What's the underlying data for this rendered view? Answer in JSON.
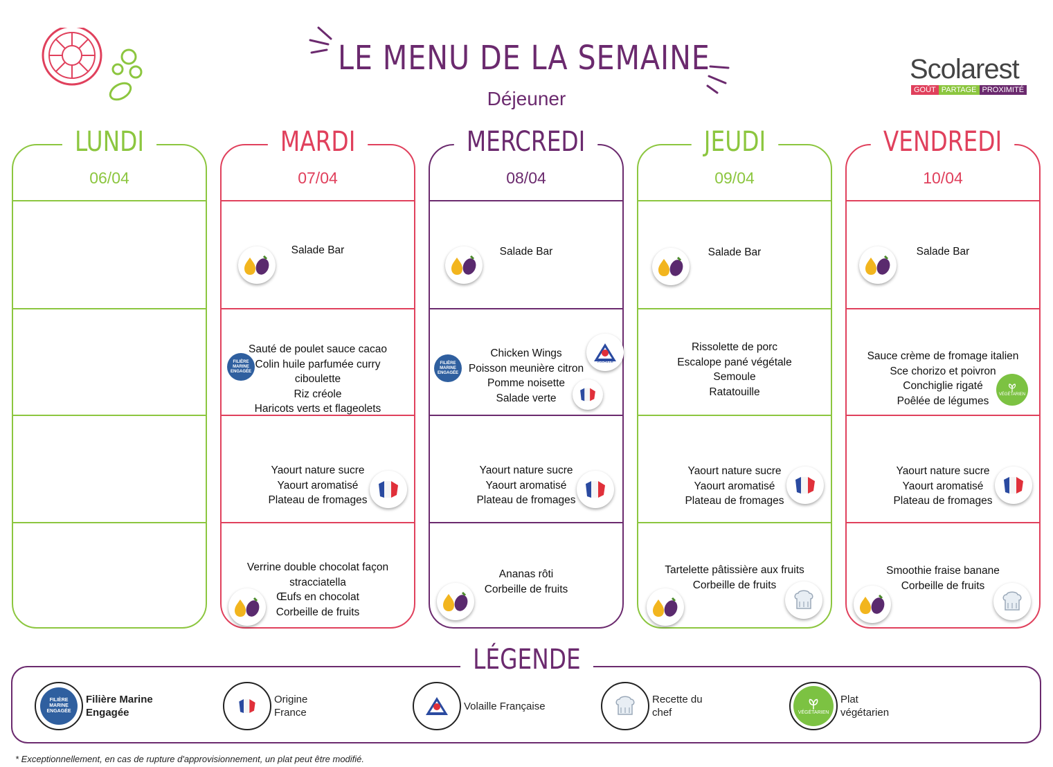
{
  "header": {
    "title": "LE MENU DE LA SEMAINE",
    "subtitle": "Déjeuner"
  },
  "logo": {
    "name": "Scolarest",
    "tags": [
      "GOÛT",
      "PARTAGE",
      "PROXIMITÉ"
    ]
  },
  "colors": {
    "green": "#8cc63f",
    "red": "#e0405c",
    "purple": "#6b2a6e"
  },
  "days": [
    {
      "name": "LUNDI",
      "date": "06/04",
      "color": "green",
      "entree": [],
      "plat": [],
      "laitier": [],
      "dessert": []
    },
    {
      "name": "MARDI",
      "date": "07/04",
      "color": "red",
      "entree": [
        "Salade Bar"
      ],
      "plat": [
        "Sauté de poulet sauce cacao",
        "Colin huile parfumée curry",
        "ciboulette",
        "Riz créole",
        "Haricots verts et flageolets"
      ],
      "laitier": [
        "Yaourt nature sucre",
        "Yaourt aromatisé",
        "Plateau de fromages"
      ],
      "dessert": [
        "Verrine double chocolat façon",
        "stracciatella",
        "Œufs en chocolat",
        "Corbeille de fruits"
      ]
    },
    {
      "name": "MERCREDI",
      "date": "08/04",
      "color": "purple",
      "entree": [
        "Salade Bar"
      ],
      "plat": [
        "Chicken Wings",
        "Poisson meunière citron",
        "Pomme noisette",
        "Salade verte"
      ],
      "laitier": [
        "Yaourt nature sucre",
        "Yaourt aromatisé",
        "Plateau de fromages"
      ],
      "dessert": [
        "Ananas rôti",
        "Corbeille de fruits"
      ]
    },
    {
      "name": "JEUDI",
      "date": "09/04",
      "color": "green",
      "entree": [
        "Salade Bar"
      ],
      "plat": [
        "Rissolette de porc",
        "Escalope pané végétale",
        "Semoule",
        "Ratatouille"
      ],
      "laitier": [
        "Yaourt nature sucre",
        "Yaourt aromatisé",
        "Plateau de fromages"
      ],
      "dessert": [
        "Tartelette pâtissière aux fruits",
        "Corbeille de fruits"
      ]
    },
    {
      "name": "VENDREDI",
      "date": "10/04",
      "color": "red",
      "entree": [
        "Salade Bar"
      ],
      "plat": [
        "Sauce crème de fromage italien",
        "Sce chorizo et poivron",
        "Conchiglie rigaté",
        "Poêlée de légumes"
      ],
      "laitier": [
        "Yaourt nature sucre",
        "Yaourt aromatisé",
        "Plateau de fromages"
      ],
      "dessert": [
        "Smoothie fraise banane",
        "Corbeille de fruits"
      ]
    }
  ],
  "badges": {
    "marine": "FILIÈRE MARINE ENGAGÉE",
    "vegetarien": "VÉGÉTARIEN",
    "volaille": "VOLAILLE FRANÇAISE"
  },
  "legend": {
    "title": "LÉGENDE",
    "items": [
      {
        "icon": "filiere-marine-icon",
        "label_1": "Filière Marine",
        "label_2": "Engagée"
      },
      {
        "icon": "origine-france-icon",
        "label_1": "Origine",
        "label_2": "France"
      },
      {
        "icon": "volaille-francaise-icon",
        "label_1": "Volaille Française",
        "label_2": ""
      },
      {
        "icon": "recette-chef-icon",
        "label_1": "Recette du",
        "label_2": "chef"
      },
      {
        "icon": "plat-vegetarien-icon",
        "label_1": "Plat",
        "label_2": "végétarien"
      }
    ]
  },
  "footnote": "* Exceptionnellement, en cas de rupture d'approvisionnement, un plat peut être modifié."
}
